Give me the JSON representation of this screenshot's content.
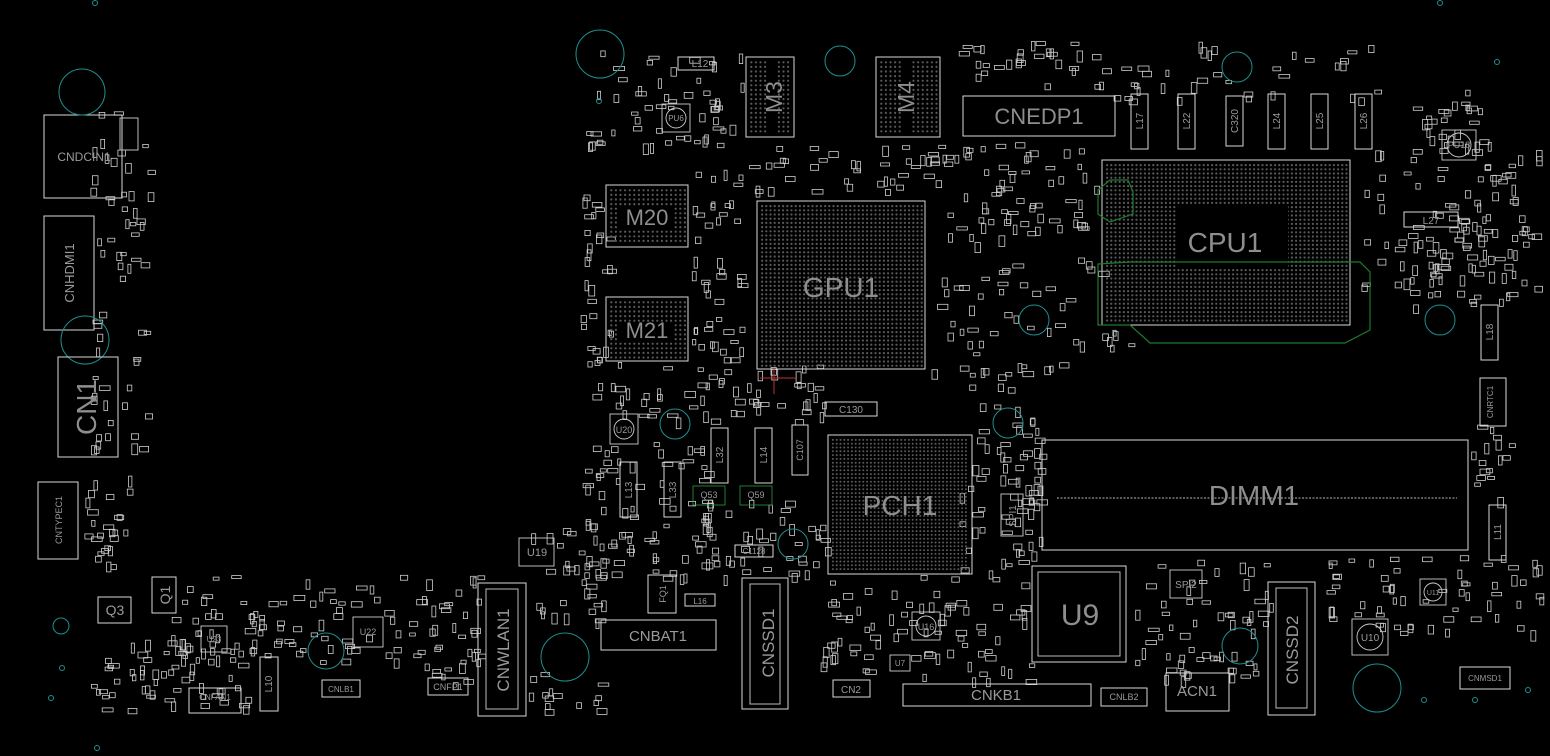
{
  "board_labels": {
    "cpu": "CPU1",
    "gpu": "GPU1",
    "pch": "PCH1",
    "dimm": "DIMM1",
    "m3": "M3",
    "m4": "M4",
    "m20": "M20",
    "m21": "M21",
    "cnedp": "CNEDP1",
    "u9": "U9",
    "cnwlan": "CNWLAN1",
    "cnssd1": "CNSSD1",
    "cnssd2": "CNSSD2",
    "cnbat": "CNBAT1",
    "cnkb": "CNKB1",
    "acn": "ACN1",
    "cn1": "CN1",
    "cndcin": "CNDCIN1",
    "cnhdmi": "CNHDMI1",
    "cntypec": "CNTYPEC1",
    "q3": "Q3",
    "q1": "Q1",
    "u19": "U19",
    "u20": "U20",
    "u22": "U22",
    "u23": "U23",
    "u16": "U16",
    "u10": "U10",
    "u11": "U11",
    "u7": "U7",
    "pu6": "PU6",
    "pu18": "PU18",
    "cn2": "CN2",
    "cnfan": "CNFAN1",
    "cnlb1": "CNLB1",
    "cnlb2": "CNLB2",
    "cnfp": "CNFP1",
    "cnmsd": "CNMSD1",
    "cnrtc": "CNRTC1",
    "spi1": "SPI1",
    "spi2": "SPI2",
    "l12": "L12",
    "l17": "L17",
    "l22": "L22",
    "c320": "C320",
    "l24": "L24",
    "l25": "L25",
    "l26": "L26",
    "l27": "L27",
    "l18": "L18",
    "l11": "L11",
    "l13": "L13",
    "l32": "L32",
    "l14": "L14",
    "l33": "L33",
    "l10": "L10",
    "l16": "L16",
    "c130": "C130",
    "c1128": "C1128",
    "c107": "C107",
    "q53": "Q53",
    "q59": "Q59",
    "fq1": "FQ1"
  },
  "colors": {
    "background": "#000000",
    "silkscreen": "#d8d8d8",
    "label": "#9a9a9a",
    "mounting_hole": "#1f8f8f",
    "highlight": "#1e7a2c"
  }
}
